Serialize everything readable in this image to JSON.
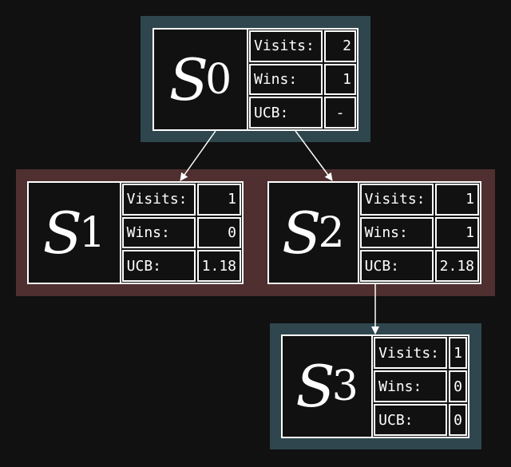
{
  "colors": {
    "background": "#111111",
    "root_cluster": "#2f464e",
    "children_cluster": "#4f2f2f",
    "leaf_cluster": "#2f464e"
  },
  "labels": {
    "visits": "Visits:",
    "wins": "Wins:",
    "ucb": "UCB:"
  },
  "nodes": [
    {
      "symbol": "S",
      "sub": "0",
      "visits": "2",
      "wins": "1",
      "ucb": "-"
    },
    {
      "symbol": "S",
      "sub": "1",
      "visits": "1",
      "wins": "0",
      "ucb": "1.18"
    },
    {
      "symbol": "S",
      "sub": "2",
      "visits": "1",
      "wins": "1",
      "ucb": "2.18"
    },
    {
      "symbol": "S",
      "sub": "3",
      "visits": "1",
      "wins": "0",
      "ucb": "0"
    }
  ]
}
